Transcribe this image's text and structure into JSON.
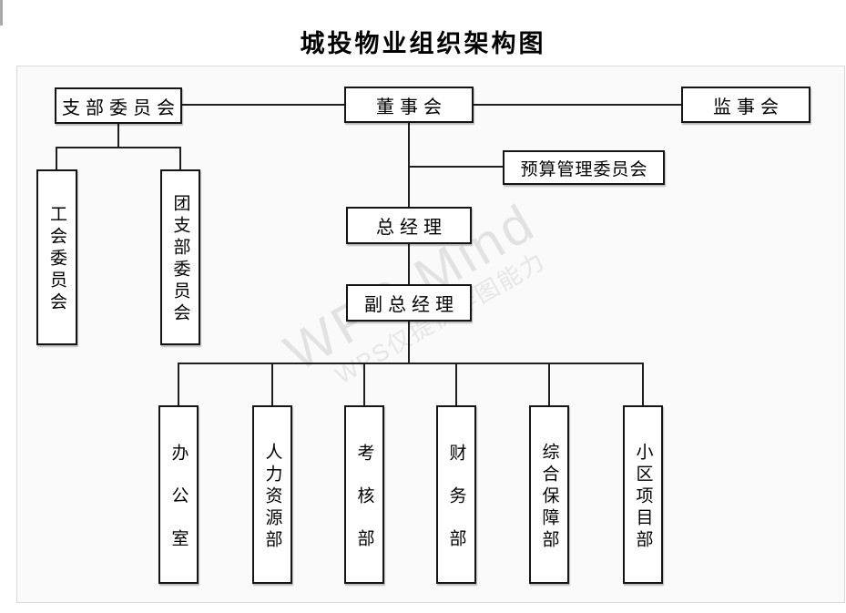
{
  "page": {
    "title": "城投物业组织架构图",
    "watermark": {
      "line1": "WPS Mind",
      "line2": "WPS仅提供作图能力"
    }
  },
  "nodes": {
    "branch_committee": {
      "label": "支部委员会"
    },
    "board": {
      "label": "董事会"
    },
    "supervisory_board": {
      "label": "监事会"
    },
    "budget_committee": {
      "label": "预算管理委员会"
    },
    "general_manager": {
      "label": "总经理"
    },
    "deputy_general_manager": {
      "label": "副总经理"
    },
    "union_committee": {
      "label": "工会委员会"
    },
    "youth_league_branch": {
      "label": "团支部委员会"
    }
  },
  "departments": [
    {
      "label": "办公室"
    },
    {
      "label": "人力资源部"
    },
    {
      "label": "考核部"
    },
    {
      "label": "财务部"
    },
    {
      "label": "综合保障部"
    },
    {
      "label": "小区项目部"
    }
  ],
  "edges": [
    {
      "from": "支部委员会",
      "to": "董事会"
    },
    {
      "from": "董事会",
      "to": "监事会"
    },
    {
      "from": "支部委员会",
      "to": "工会委员会"
    },
    {
      "from": "支部委员会",
      "to": "团支部委员会"
    },
    {
      "from": "董事会",
      "to": "预算管理委员会"
    },
    {
      "from": "董事会",
      "to": "总经理"
    },
    {
      "from": "总经理",
      "to": "副总经理"
    },
    {
      "from": "副总经理",
      "to": "办公室"
    },
    {
      "from": "副总经理",
      "to": "人力资源部"
    },
    {
      "from": "副总经理",
      "to": "考核部"
    },
    {
      "from": "副总经理",
      "to": "财务部"
    },
    {
      "from": "副总经理",
      "to": "综合保障部"
    },
    {
      "from": "副总经理",
      "to": "小区项目部"
    }
  ],
  "colors": {
    "box_border": "#151515",
    "box_bg": "#ffffff",
    "line": "#1f1f1f",
    "canvas_bg": "#fafafa",
    "watermark": "#e2e2e2",
    "text": "#000000"
  }
}
